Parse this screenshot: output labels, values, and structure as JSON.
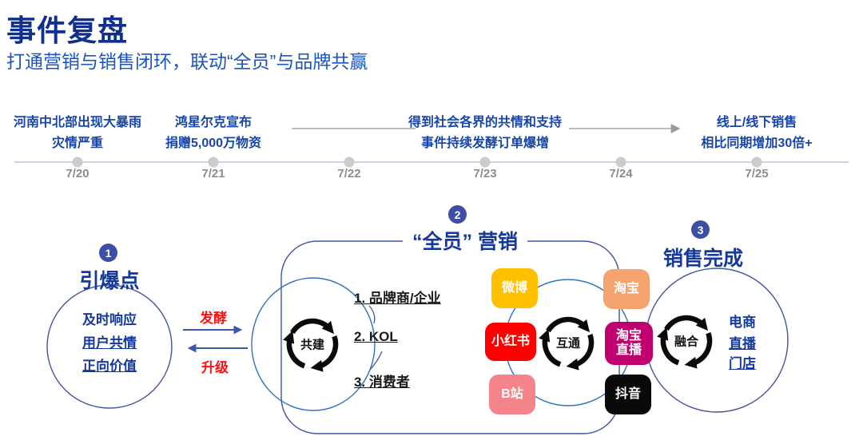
{
  "header": {
    "title": "事件复盘",
    "subtitle": "打通营销与销售闭环，联动“全员”与品牌共赢"
  },
  "timeline": {
    "events": [
      {
        "line1": "河南中北部出现大暴雨",
        "line2": "灾情严重"
      },
      {
        "line1": "鸿星尔克宣布",
        "line2": "捐赠5,000万物资"
      },
      {
        "line1": "得到社会各界的共情和支持",
        "line2": "事件持续发酵订单爆增"
      },
      {
        "line1": "线上/线下销售",
        "line2": "相比同期增加30倍+"
      }
    ],
    "dates": [
      "7/20",
      "7/21",
      "7/22",
      "7/23",
      "7/24",
      "7/25"
    ]
  },
  "diagram": {
    "step1": {
      "number": "1",
      "title": "引爆点",
      "items": [
        "及时响应",
        "用户共情",
        "正向价值"
      ]
    },
    "flow": {
      "forward": "发酵",
      "backward": "升级"
    },
    "step2": {
      "number": "2",
      "title": "“全员” 营销",
      "cycle": "共建",
      "hub_cycle": "互通",
      "list": [
        "1. 品牌商/企业",
        "2. KOL",
        "3. 消费者"
      ]
    },
    "platforms": [
      {
        "name": "微博",
        "color": "#FFC000"
      },
      {
        "name": "小红书",
        "color": "#FE0000"
      },
      {
        "name": "B站",
        "color": "#F4838A"
      },
      {
        "name": "淘宝",
        "color": "#F5A470"
      },
      {
        "name": "淘宝直播",
        "color": "#C0006E"
      },
      {
        "name": "抖音",
        "color": "#0A0A0A"
      }
    ],
    "step3": {
      "number": "3",
      "title": "销售完成",
      "cycle": "融合",
      "items": [
        "电商",
        "直播",
        "门店"
      ]
    }
  },
  "palette": {
    "title_navy": "#11308E",
    "subtitle_blue": "#1C55C2",
    "timeline_text_blue": "#1745A8",
    "date_gray": "#8C8C8C",
    "outline_slate_blue": "#44549E",
    "outline_bright_blue": "#2F6FC1",
    "number_badge_indigo": "#3D4FA4",
    "accent_red": "#FF1111",
    "timeline_line": "#B7C3E6",
    "timeline_dot": "#CBCBCB"
  }
}
